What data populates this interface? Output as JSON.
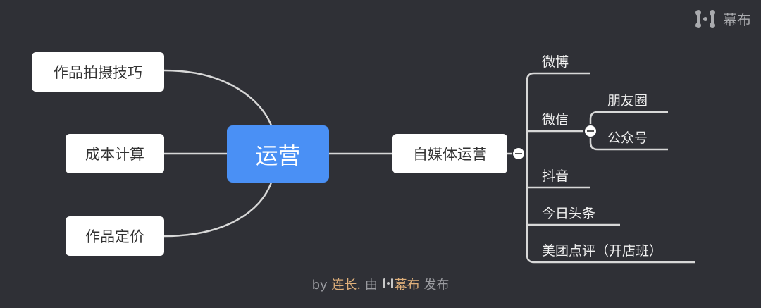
{
  "brand": {
    "name": "幕布"
  },
  "root": {
    "label": "运营"
  },
  "left_nodes": [
    {
      "label": "作品拍摄技巧"
    },
    {
      "label": "成本计算"
    },
    {
      "label": "作品定价"
    }
  ],
  "right_node": {
    "label": "自媒体运营",
    "children": [
      {
        "label": "微博"
      },
      {
        "label": "微信",
        "children": [
          {
            "label": "朋友圈"
          },
          {
            "label": "公众号"
          }
        ]
      },
      {
        "label": "抖音"
      },
      {
        "label": "今日头条"
      },
      {
        "label": "美团点评（开店班）"
      }
    ]
  },
  "footer": {
    "by": "by",
    "author": "连长.",
    "via": "由",
    "brand": "幕布",
    "publish": "发布"
  },
  "colors": {
    "background": "#2f3036",
    "root": "#4a90f5",
    "accent": "#e0b07a"
  }
}
